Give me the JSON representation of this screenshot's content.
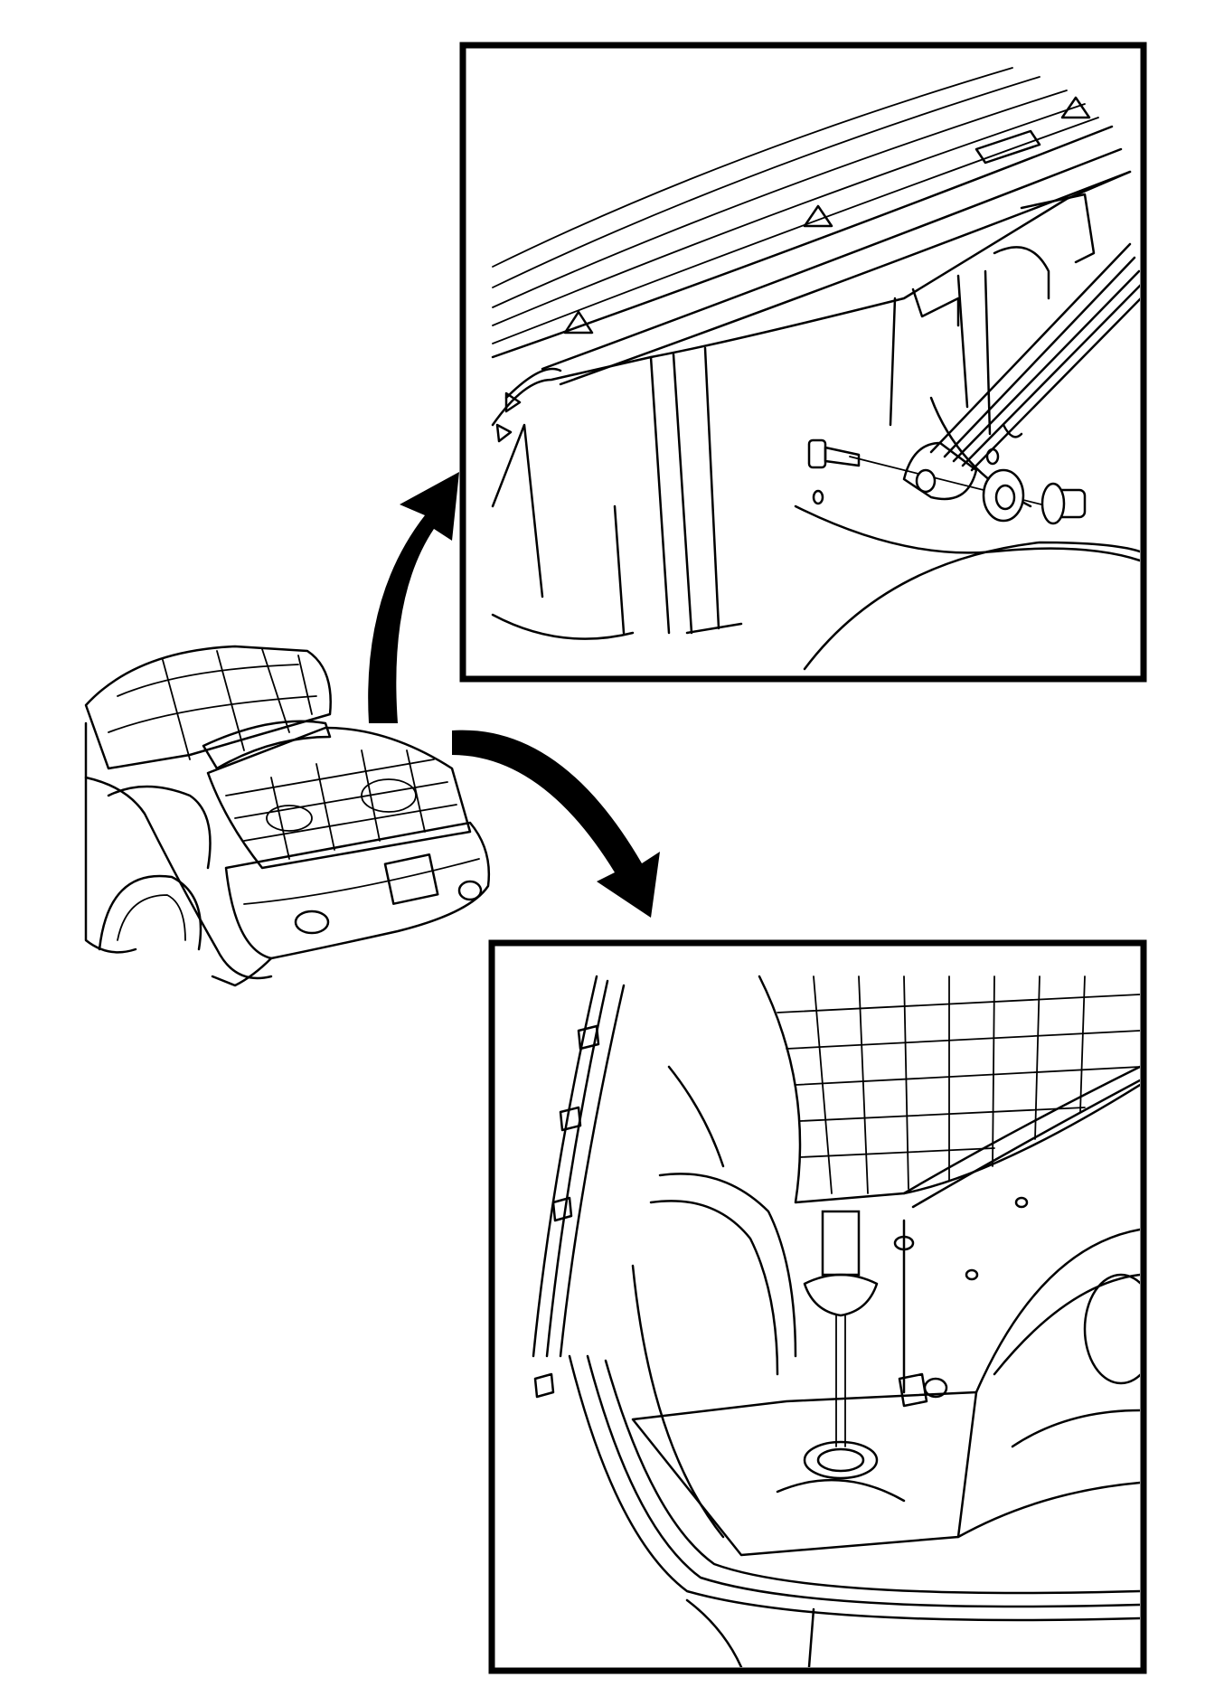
{
  "figure": {
    "panels": [
      {
        "id": "upper-detail",
        "subject": "upper-rear-trim-fastener-detail"
      },
      {
        "id": "lower-detail",
        "subject": "rear-compartment-floor-fastener-detail"
      }
    ],
    "overview": {
      "subject": "vehicle-rear-with-open-trunk"
    },
    "arrows": [
      {
        "from": "overview",
        "to": "upper-detail",
        "icon": "curved-arrow-up-icon"
      },
      {
        "from": "overview",
        "to": "lower-detail",
        "icon": "curved-arrow-down-icon"
      }
    ],
    "colors": {
      "line": "#000000",
      "background": "#ffffff"
    }
  }
}
